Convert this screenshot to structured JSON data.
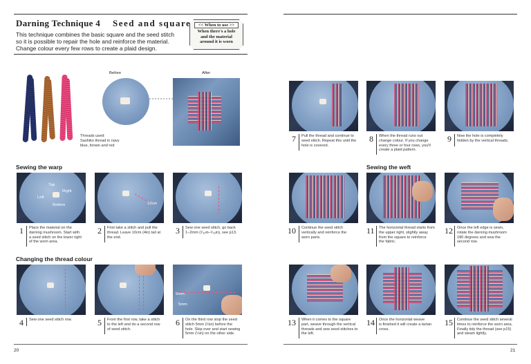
{
  "left_page": {
    "title": "Darning Technique 4",
    "subtitle": "Seed and square",
    "intro": [
      "This technique combines the basic square and the seed stitch",
      "so it is possible to repair the hole and reinforce the material.",
      "Change colour every few rows to create a plaid design."
    ],
    "badge": {
      "head": "<< When to use >>",
      "lines": [
        "When there's a hole",
        "and the material",
        "around it is worn"
      ]
    },
    "before_label": "Before",
    "after_label": "After",
    "threads_caption": [
      "Threads used:",
      "Sashiko thread in navy",
      "blue, brown and red"
    ],
    "thread_colors": [
      "#1f2a5a",
      "#9a5a2a",
      "#d8356e"
    ],
    "section_warp": "Sewing the warp",
    "section_colour": "Changing the thread colour",
    "photo1_labels": {
      "top": "Top",
      "right": "Right",
      "left": "Left",
      "bottom": "Bottom"
    },
    "photo2_label": "10cm",
    "photo6_labels": [
      "5mm",
      "5mm"
    ],
    "steps": [
      {
        "n": "1",
        "lines": [
          "Place the material on the",
          "darning mushroom. Start with",
          "a seed stitch on the lower right",
          "of the worn area."
        ]
      },
      {
        "n": "2",
        "lines": [
          "First take a stitch and pull the",
          "thread. Leave 10cm (4in) tail at",
          "the end."
        ]
      },
      {
        "n": "3",
        "lines": [
          "Sew one seed stitch, go back",
          "1–2mm (¹⁄₃₂in–¹⁄₁₆in), see p13."
        ]
      },
      {
        "n": "4",
        "lines": [
          "Sew one seed stitch row."
        ]
      },
      {
        "n": "5",
        "lines": [
          "From the first row, take a stitch",
          "to the left and do a second row",
          "of seed stitch."
        ]
      },
      {
        "n": "6",
        "lines": [
          "On the third row stop the seed",
          "stitch 5mm (¼in) before the",
          "hole. Skip over and start sewing",
          "5mm (¼in) on the other side."
        ]
      }
    ],
    "page_number": "20"
  },
  "right_page": {
    "section_weft": "Sewing the weft",
    "steps": [
      {
        "n": "7",
        "lines": [
          "Pull the thread and continue to",
          "seed stitch. Repeat this until the",
          "hole is covered."
        ]
      },
      {
        "n": "8",
        "lines": [
          "When the thread runs out",
          "change colour. If you change",
          "every three or four rows, you'll",
          "create a plaid pattern."
        ]
      },
      {
        "n": "9",
        "lines": [
          "Now the hole is completely",
          "hidden by the vertical threads."
        ]
      },
      {
        "n": "10",
        "lines": [
          "Continue the seed stitch",
          "vertically and reinforce the",
          "worn parts."
        ]
      },
      {
        "n": "11",
        "lines": [
          "The horizontal thread starts from",
          "the upper right, slightly away",
          "from the square to reinforce",
          "the fabric."
        ]
      },
      {
        "n": "12",
        "lines": [
          "Once the left edge is sewn,",
          "rotate the darning mushroom",
          "180 degrees and sew the",
          "second row."
        ]
      },
      {
        "n": "13",
        "lines": [
          "When it comes to the square",
          "part, weave through the vertical",
          "threads and sew seed stitches to",
          "the left."
        ]
      },
      {
        "n": "14",
        "lines": [
          "Once the horizontal weave",
          "is finished it will create a tartan",
          "cross."
        ]
      },
      {
        "n": "15",
        "lines": [
          "Continue the seed stitch several",
          "times to reinforce the worn area.",
          "Finally tidy the thread (see p15)",
          "and steam lightly."
        ]
      }
    ],
    "page_number": "21"
  }
}
